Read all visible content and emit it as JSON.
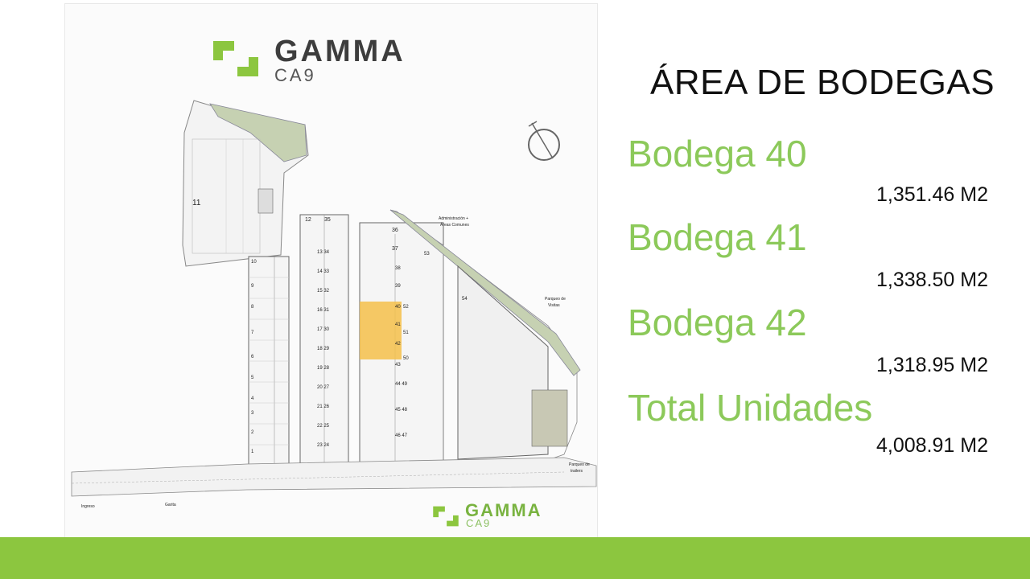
{
  "slide": {
    "title": "ÁREA DE BODEGAS",
    "units": [
      {
        "name": "Bodega 40",
        "area": "1,351.46 M2"
      },
      {
        "name": "Bodega 41",
        "area": "1,338.50 M2"
      },
      {
        "name": "Bodega 42",
        "area": "1,318.95 M2"
      },
      {
        "name": "Total Unidades",
        "area": "4,008.91 M2"
      }
    ],
    "accent_color": "#8cc63f",
    "highlight_color": "#f5c04a"
  },
  "logo": {
    "brand": "GAMMA",
    "sub": "CA9"
  },
  "plan": {
    "labels": {
      "admin_1": "Administración +",
      "admin_2": "Áreas Comunes",
      "visitor_parking_1": "Parqueo de",
      "visitor_parking_2": "Visitas",
      "trailer_parking_1": "Parqueo de",
      "trailer_parking_2": "trailers",
      "entrance": "Ingreso",
      "guardhouse": "Garita"
    },
    "units": {
      "u11": "11",
      "u12": "12",
      "u35": "35",
      "u36": "36",
      "u37": "37",
      "u38": "38",
      "u39": "39",
      "u40": "40",
      "u41": "41",
      "u42": "42",
      "u43": "43",
      "u50": "50",
      "u51": "51",
      "u52": "52",
      "u53": "53",
      "u54": "54",
      "u10": "10",
      "p13_34": "13 34",
      "p14_33": "14 33",
      "p15_32": "15 32",
      "p16_31": "16 31",
      "p17_30": "17 30",
      "p18_29": "18 29",
      "p19_28": "19 28",
      "p20_27": "20 27",
      "p21_26": "21 26",
      "p22_25": "22 25",
      "p23_24": "23 24",
      "p44_49": "44 49",
      "p45_48": "45 48",
      "p46_47": "46 47",
      "l9": "9",
      "l8": "8",
      "l7": "7",
      "l6": "6",
      "l5": "5",
      "l4": "4",
      "l3": "3",
      "l2": "2",
      "l1": "1"
    }
  }
}
